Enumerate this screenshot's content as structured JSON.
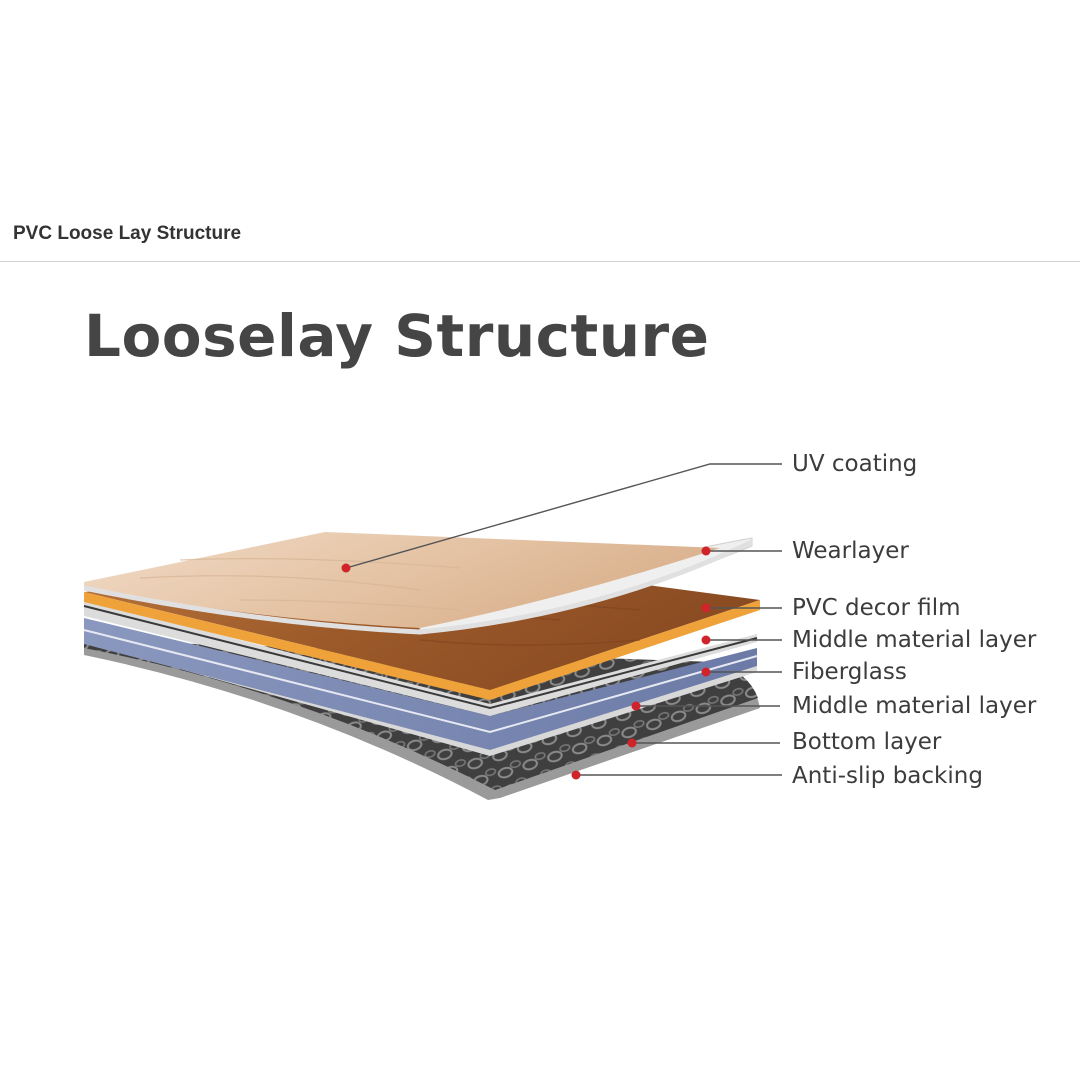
{
  "header": {
    "title": "PVC Loose Lay Structure"
  },
  "diagram": {
    "heading": "Looselay Structure",
    "layers": [
      {
        "id": "uv-coating",
        "label": "UV coating"
      },
      {
        "id": "wearlayer",
        "label": "Wearlayer"
      },
      {
        "id": "pvc-decor-film",
        "label": "PVC decor film"
      },
      {
        "id": "middle-material-layer-1",
        "label": "Middle material layer"
      },
      {
        "id": "fiberglass",
        "label": "Fiberglass"
      },
      {
        "id": "middle-material-layer-2",
        "label": "Middle material layer"
      },
      {
        "id": "bottom-layer",
        "label": "Bottom layer"
      },
      {
        "id": "anti-slip-backing",
        "label": "Anti-slip backing"
      }
    ],
    "colors": {
      "marker": "#d0242b",
      "leader": "#555555",
      "wood_light": "#e8cbb0",
      "wood_dark": "#a8612e",
      "orange_edge": "#f0a040",
      "blue_layer": "#7f8fb6",
      "backing": "#4a4a4a"
    }
  }
}
